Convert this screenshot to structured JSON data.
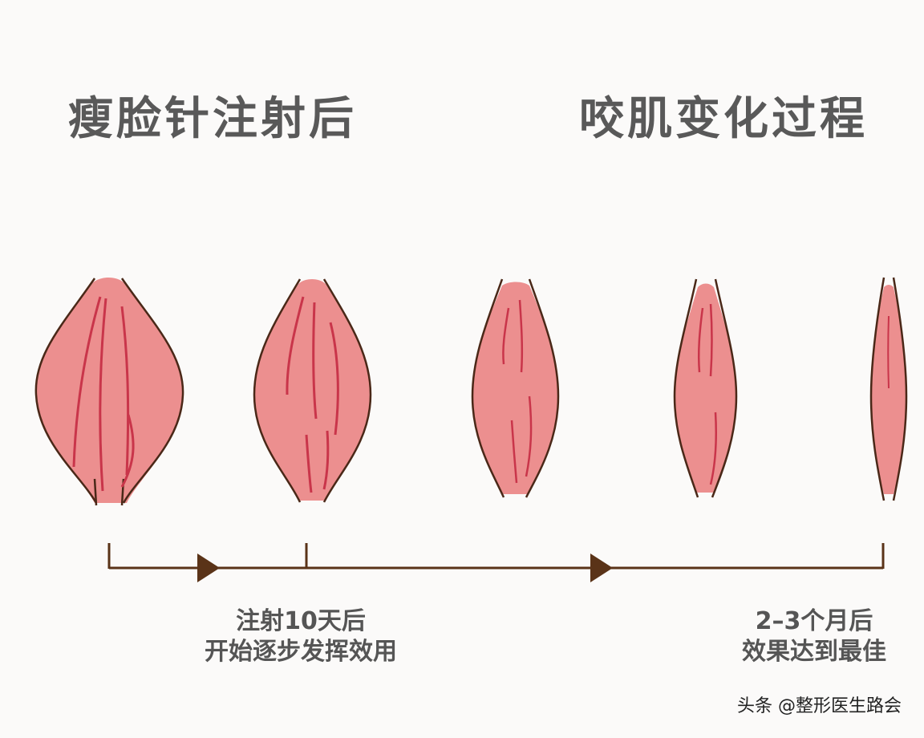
{
  "titles": {
    "left": "瘦脸针注射后",
    "right": "咬肌变化过程"
  },
  "captions": {
    "left_line1": "注射10天后",
    "left_line2": "开始逐步发挥效用",
    "right_line1": "2–3个月后",
    "right_line2": "效果达到最佳"
  },
  "watermark": "头条 @整形医生路会",
  "colors": {
    "muscle_fill": "#ec8f8f",
    "muscle_outline": "#4a2818",
    "muscle_fiber": "#c9354a",
    "timeline": "#5a3318",
    "title_text": "#595959"
  }
}
